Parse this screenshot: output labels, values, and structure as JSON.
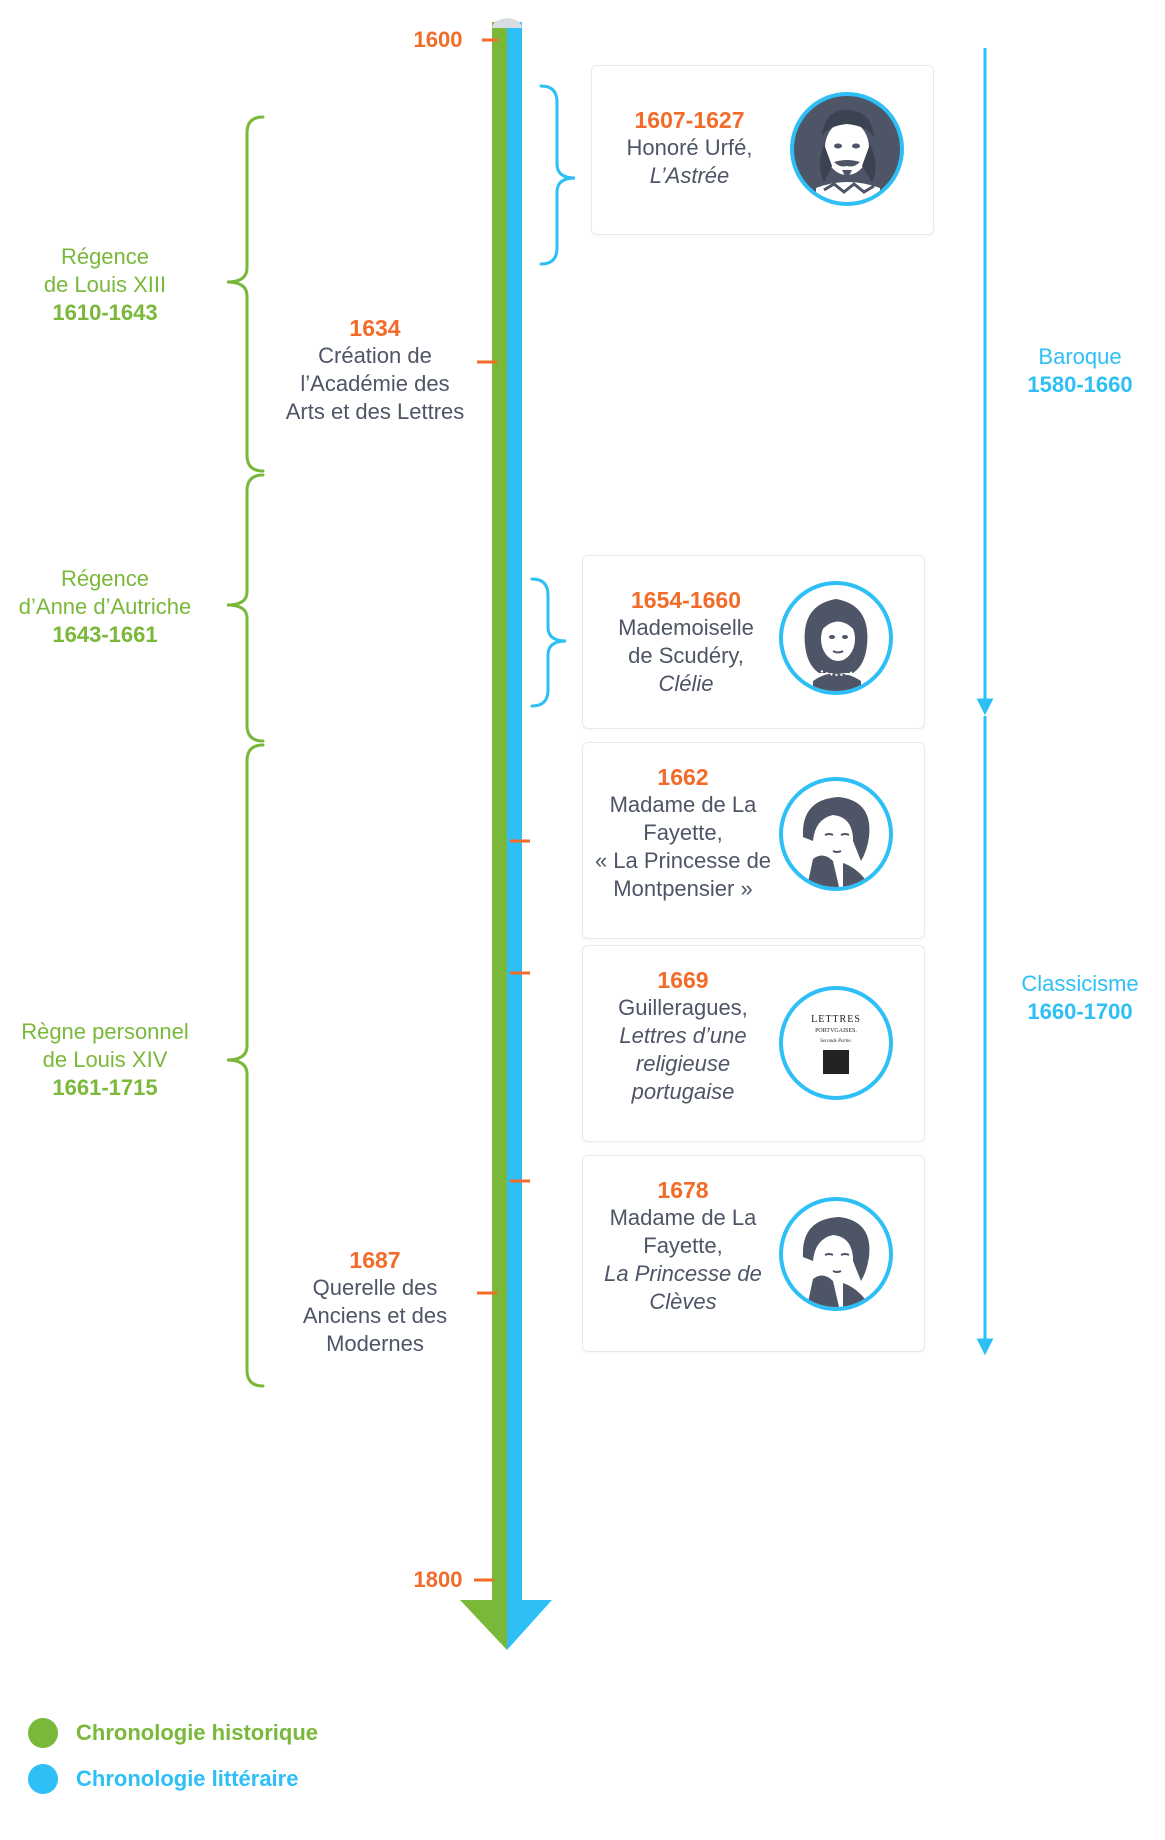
{
  "timeline": {
    "start_year": "1600",
    "end_year": "1800",
    "colors": {
      "historic": "#7ab83a",
      "literary": "#2dbff6",
      "accent": "#f26b28",
      "text": "#4d5566"
    }
  },
  "historic_periods": [
    {
      "line1": "Régence",
      "line2": "de Louis XIII",
      "years": "1610-1643"
    },
    {
      "line1": "Régence",
      "line2": "d’Anne d’Autriche",
      "years": "1643-1661"
    },
    {
      "line1": "Règne personnel",
      "line2": "de Louis XIV",
      "years": "1661-1715"
    }
  ],
  "historic_events": [
    {
      "year": "1634",
      "line1": "Création de",
      "line2": "l’Académie des",
      "line3": "Arts et des Lettres"
    },
    {
      "year": "1687",
      "line1": "Querelle des",
      "line2": "Anciens et des",
      "line3": "Modernes"
    }
  ],
  "literary_movements": [
    {
      "name": "Baroque",
      "years": "1580-1660"
    },
    {
      "name": "Classicisme",
      "years": "1660-1700"
    }
  ],
  "works": [
    {
      "year": "1607-1627",
      "line1": "Honoré Urfé,",
      "line2": "L’Astrée",
      "portrait": "man-portrait-icon"
    },
    {
      "year": "1654-1660",
      "line1": "Mademoiselle",
      "line2": "de Scudéry,",
      "line3": "Clélie",
      "portrait": "woman-portrait-icon"
    },
    {
      "year": "1662",
      "line1": "Madame de La",
      "line2": "Fayette,",
      "line3": "« La Princesse de",
      "line4": "Montpensier »",
      "portrait": "woman-portrait-icon"
    },
    {
      "year": "1669",
      "line1": "Guilleragues,",
      "line2": "Lettres d’une",
      "line3": "religieuse",
      "line4": "portugaise",
      "portrait": "book-title-page-icon",
      "cover_line1": "LETTRES",
      "cover_line2": "PORTVGAISES.",
      "cover_line3": "Seconde Partie."
    },
    {
      "year": "1678",
      "line1": "Madame de La",
      "line2": "Fayette,",
      "line3": "La Princesse de",
      "line4": "Clèves",
      "portrait": "woman-portrait-icon"
    }
  ],
  "legend": [
    {
      "label": "Chronologie historique",
      "color": "#7ab83a"
    },
    {
      "label": "Chronologie littéraire",
      "color": "#2dbff6"
    }
  ]
}
